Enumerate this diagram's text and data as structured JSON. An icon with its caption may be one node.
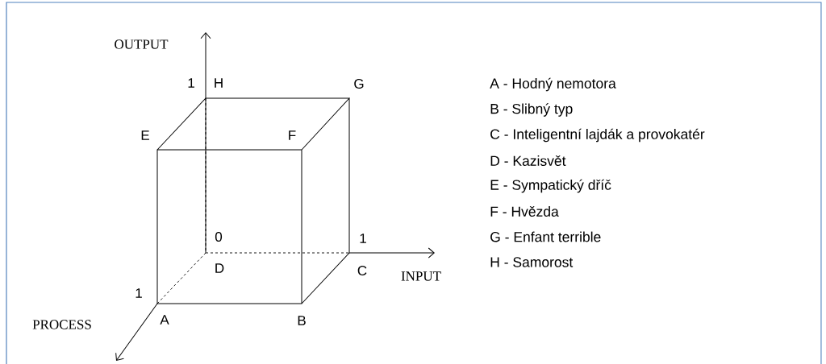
{
  "diagram": {
    "labels": [
      "OUTPUT",
      "1",
      "H",
      "G",
      "E",
      "F",
      "0",
      "1",
      "D",
      "C",
      "INPUT",
      "1",
      "A",
      "B",
      "PROCESS",
      "A - Hodný nemotora",
      "B - Slibný typ",
      "C - Inteligentní lajdák a provokatér",
      "D - Kazisvět",
      "E - Sympatický dříč",
      "F - Hvězda",
      "G - Enfant terrible",
      "H - Samorost"
    ]
  }
}
